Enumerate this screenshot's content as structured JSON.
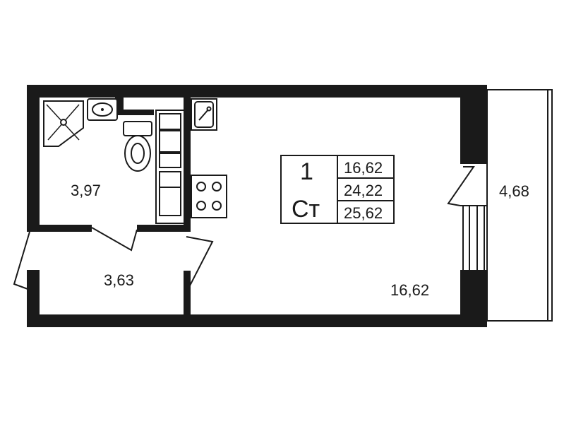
{
  "rooms": {
    "bathroom_area": "3,97",
    "hallway_area": "3,63",
    "living_area": "16,62",
    "balcony_area": "4,68"
  },
  "info_box": {
    "room_count": "1",
    "apartment_type": "Ст",
    "living_area": "16,62",
    "total_area": "24,22",
    "total_area_with_balcony": "25,62"
  },
  "icons": [
    "shower-icon",
    "washbasin-icon",
    "toilet-icon",
    "kitchen-sink-icon",
    "stove-icon",
    "kitchen-cabinet-icon",
    "door-icon",
    "window-icon"
  ]
}
